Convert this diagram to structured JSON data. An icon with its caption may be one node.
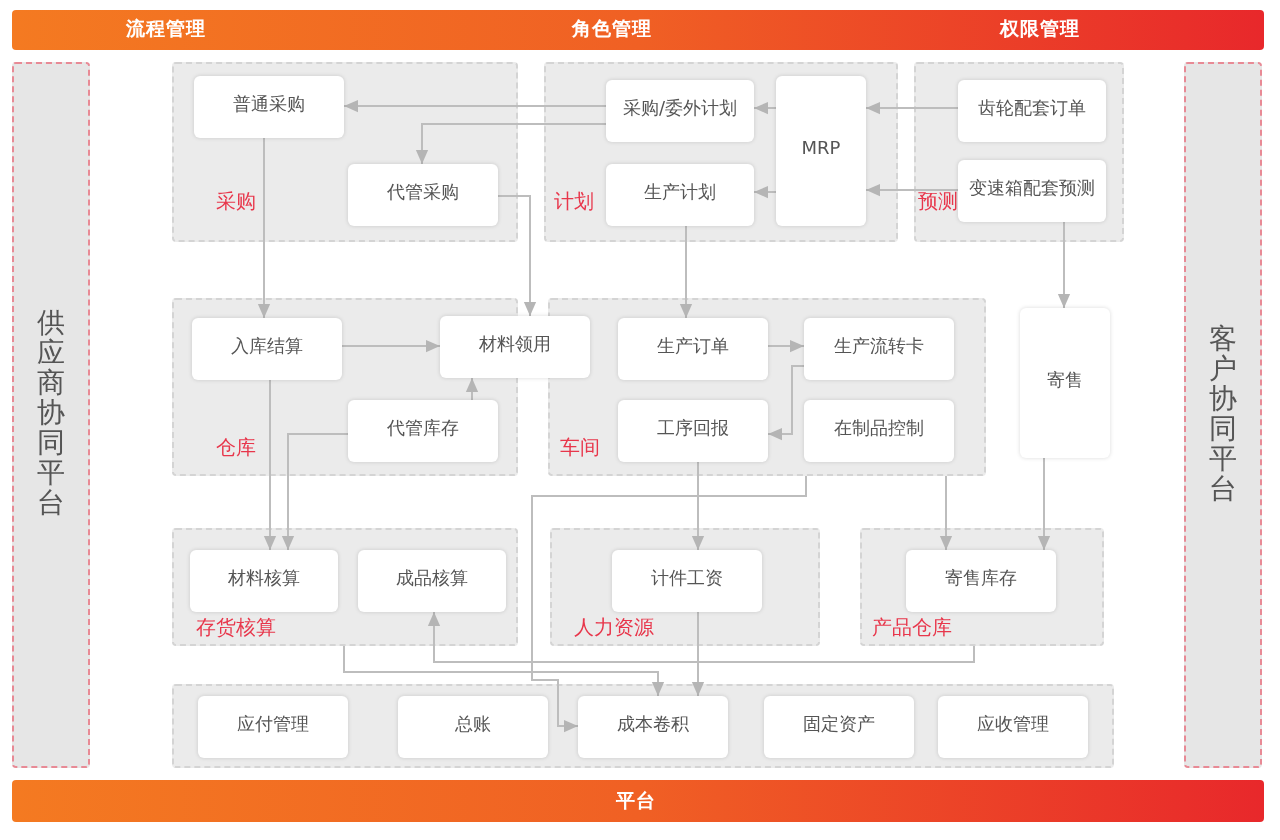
{
  "diagram": {
    "nodes": [
      {
        "text": [
          "流程管理",
          "角色管理",
          "权限管理"
        ]
      },
      {
        "text": [
          "供应商协同平台"
        ]
      },
      {
        "text": [
          "采购"
        ]
      },
      {
        "text": [
          "普通采购"
        ],
        "in": 2
      },
      {
        "text": [
          "代管采购"
        ],
        "in": 2
      },
      {
        "text": [
          "计划"
        ]
      },
      {
        "text": [
          "采购/委外计划"
        ],
        "in": 5
      },
      {
        "text": [
          "生产计划"
        ],
        "in": 5
      },
      {
        "text": [
          "MRP"
        ],
        "in": 5
      },
      {
        "text": [
          "预测"
        ]
      },
      {
        "text": [
          "齿轮配套订单"
        ],
        "in": 9
      },
      {
        "text": [
          "变速箱配套预测"
        ],
        "in": 9
      },
      {
        "text": [
          "客户协同平台"
        ]
      },
      {
        "text": [
          "仓库"
        ]
      },
      {
        "text": [
          "入库结算"
        ],
        "in": 13
      },
      {
        "text": [
          "材料领用"
        ]
      },
      {
        "text": [
          "代管库存"
        ],
        "in": 13
      },
      {
        "text": [
          "车间"
        ]
      },
      {
        "text": [
          "生产订单"
        ],
        "in": 17
      },
      {
        "text": [
          "生产流转卡"
        ],
        "in": 17
      },
      {
        "text": [
          "工序回报"
        ],
        "in": 17
      },
      {
        "text": [
          "在制品控制"
        ],
        "in": 17
      },
      {
        "text": [
          "寄售"
        ]
      },
      {
        "text": [
          "存货核算"
        ]
      },
      {
        "text": [
          "材料核算"
        ],
        "in": 23
      },
      {
        "text": [
          "成品核算"
        ],
        "in": 23
      },
      {
        "text": [
          "人力资源"
        ]
      },
      {
        "text": [
          "计件工资"
        ],
        "in": 26
      },
      {
        "text": [
          "产品仓库"
        ]
      },
      {
        "text": [
          "寄售库存"
        ],
        "in": 28
      },
      {
        "text": [],
        "shape": "box"
      },
      {
        "text": [
          "应付管理"
        ],
        "in": 30
      },
      {
        "text": [
          "总账"
        ],
        "in": 30
      },
      {
        "text": [
          "成本卷积"
        ],
        "in": 30
      },
      {
        "text": [
          "固定资产"
        ],
        "in": 30
      },
      {
        "text": [
          "应收管理"
        ],
        "in": 30
      },
      {
        "text": [
          "平台"
        ]
      }
    ],
    "edges": [
      {
        "from": 6,
        "to": 3,
        "arrow": "to"
      },
      {
        "from": 6,
        "to": 4,
        "arrow": "to"
      },
      {
        "from": 8,
        "to": 6,
        "arrow": "to"
      },
      {
        "from": 8,
        "to": 7,
        "arrow": "to"
      },
      {
        "from": 10,
        "to": 8,
        "arrow": "to"
      },
      {
        "from": 11,
        "to": 8,
        "arrow": "to"
      },
      {
        "from": 3,
        "to": 14,
        "arrow": "to"
      },
      {
        "from": 4,
        "to": 15,
        "arrow": "to"
      },
      {
        "from": 7,
        "to": 18,
        "arrow": "to"
      },
      {
        "from": 11,
        "to": 22,
        "arrow": "to"
      },
      {
        "from": 14,
        "to": 15,
        "arrow": "to"
      },
      {
        "from": 16,
        "to": 15,
        "arrow": "to"
      },
      {
        "from": 14,
        "to": 24,
        "arrow": "to"
      },
      {
        "from": 16,
        "to": 24,
        "arrow": "to"
      },
      {
        "from": 18,
        "to": 19,
        "arrow": "to"
      },
      {
        "from": 19,
        "to": 20,
        "arrow": "to"
      },
      {
        "from": 17,
        "to": 33,
        "arrow": "to"
      },
      {
        "from": 17,
        "to": 29,
        "arrow": "to"
      },
      {
        "from": 22,
        "to": 29,
        "arrow": "to"
      },
      {
        "from": 20,
        "to": 27,
        "arrow": "to"
      },
      {
        "from": 27,
        "to": 33,
        "arrow": "to"
      },
      {
        "from": 23,
        "to": 33,
        "arrow": "to"
      },
      {
        "from": 28,
        "to": 25,
        "arrow": "to"
      }
    ]
  }
}
